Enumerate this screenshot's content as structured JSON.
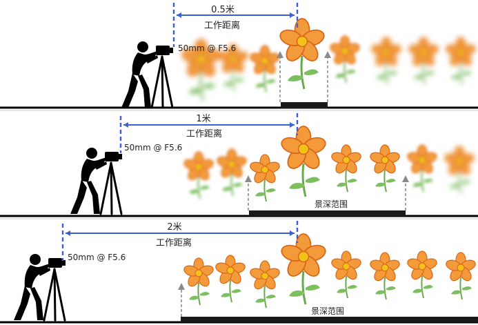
{
  "panels": [
    {
      "distance": "0.5米",
      "work_label": "工作距离",
      "lens": "50mm @ F5.6",
      "dof_label": ""
    },
    {
      "distance": "1米",
      "work_label": "工作距离",
      "lens": "50mm @ F5.6",
      "dof_label": "景深范围"
    },
    {
      "distance": "2米",
      "work_label": "工作距离",
      "lens": "50mm @ F5.6",
      "dof_label": "景深范围"
    }
  ],
  "colors": {
    "distance_line": "#3b5fd0",
    "petal": "#f39a3a",
    "petal_edge": "#d9661a",
    "center": "#f2c21a",
    "stem": "#6aa84f",
    "ground": "#000000",
    "dof_bar": "#1a1a1a",
    "arrow": "#8a8a8a"
  },
  "icons": [
    "camera-on-tripod-icon",
    "flower-icon",
    "up-arrow-icon"
  ]
}
